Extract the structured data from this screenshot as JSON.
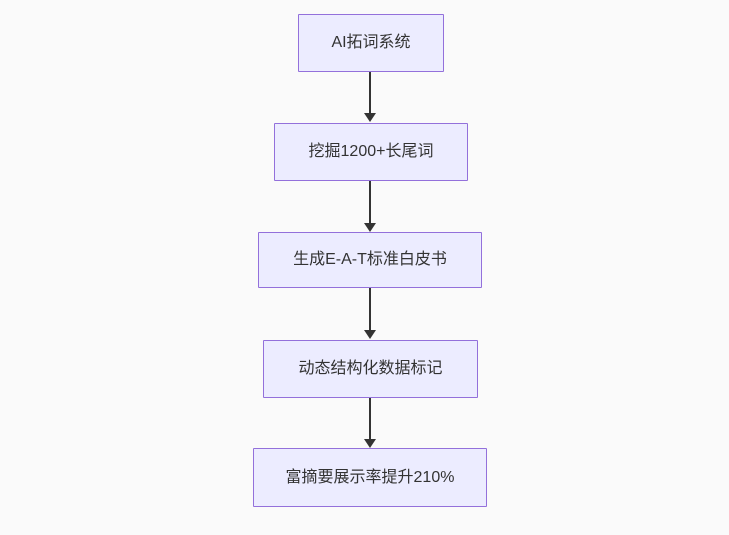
{
  "diagram": {
    "type": "flowchart",
    "direction": "top-down",
    "nodes": [
      {
        "id": "n1",
        "label": "AI拓词系统"
      },
      {
        "id": "n2",
        "label": "挖掘1200+长尾词"
      },
      {
        "id": "n3",
        "label": "生成E-A-T标准白皮书"
      },
      {
        "id": "n4",
        "label": "动态结构化数据标记"
      },
      {
        "id": "n5",
        "label": "富摘要展示率提升210%"
      }
    ],
    "edges": [
      {
        "from": "n1",
        "to": "n2"
      },
      {
        "from": "n2",
        "to": "n3"
      },
      {
        "from": "n3",
        "to": "n4"
      },
      {
        "from": "n4",
        "to": "n5"
      }
    ],
    "colors": {
      "background": "#fafafa",
      "node_fill": "#ECECFF",
      "node_border": "#9370DB",
      "arrow": "#333333",
      "text": "#333333"
    }
  }
}
